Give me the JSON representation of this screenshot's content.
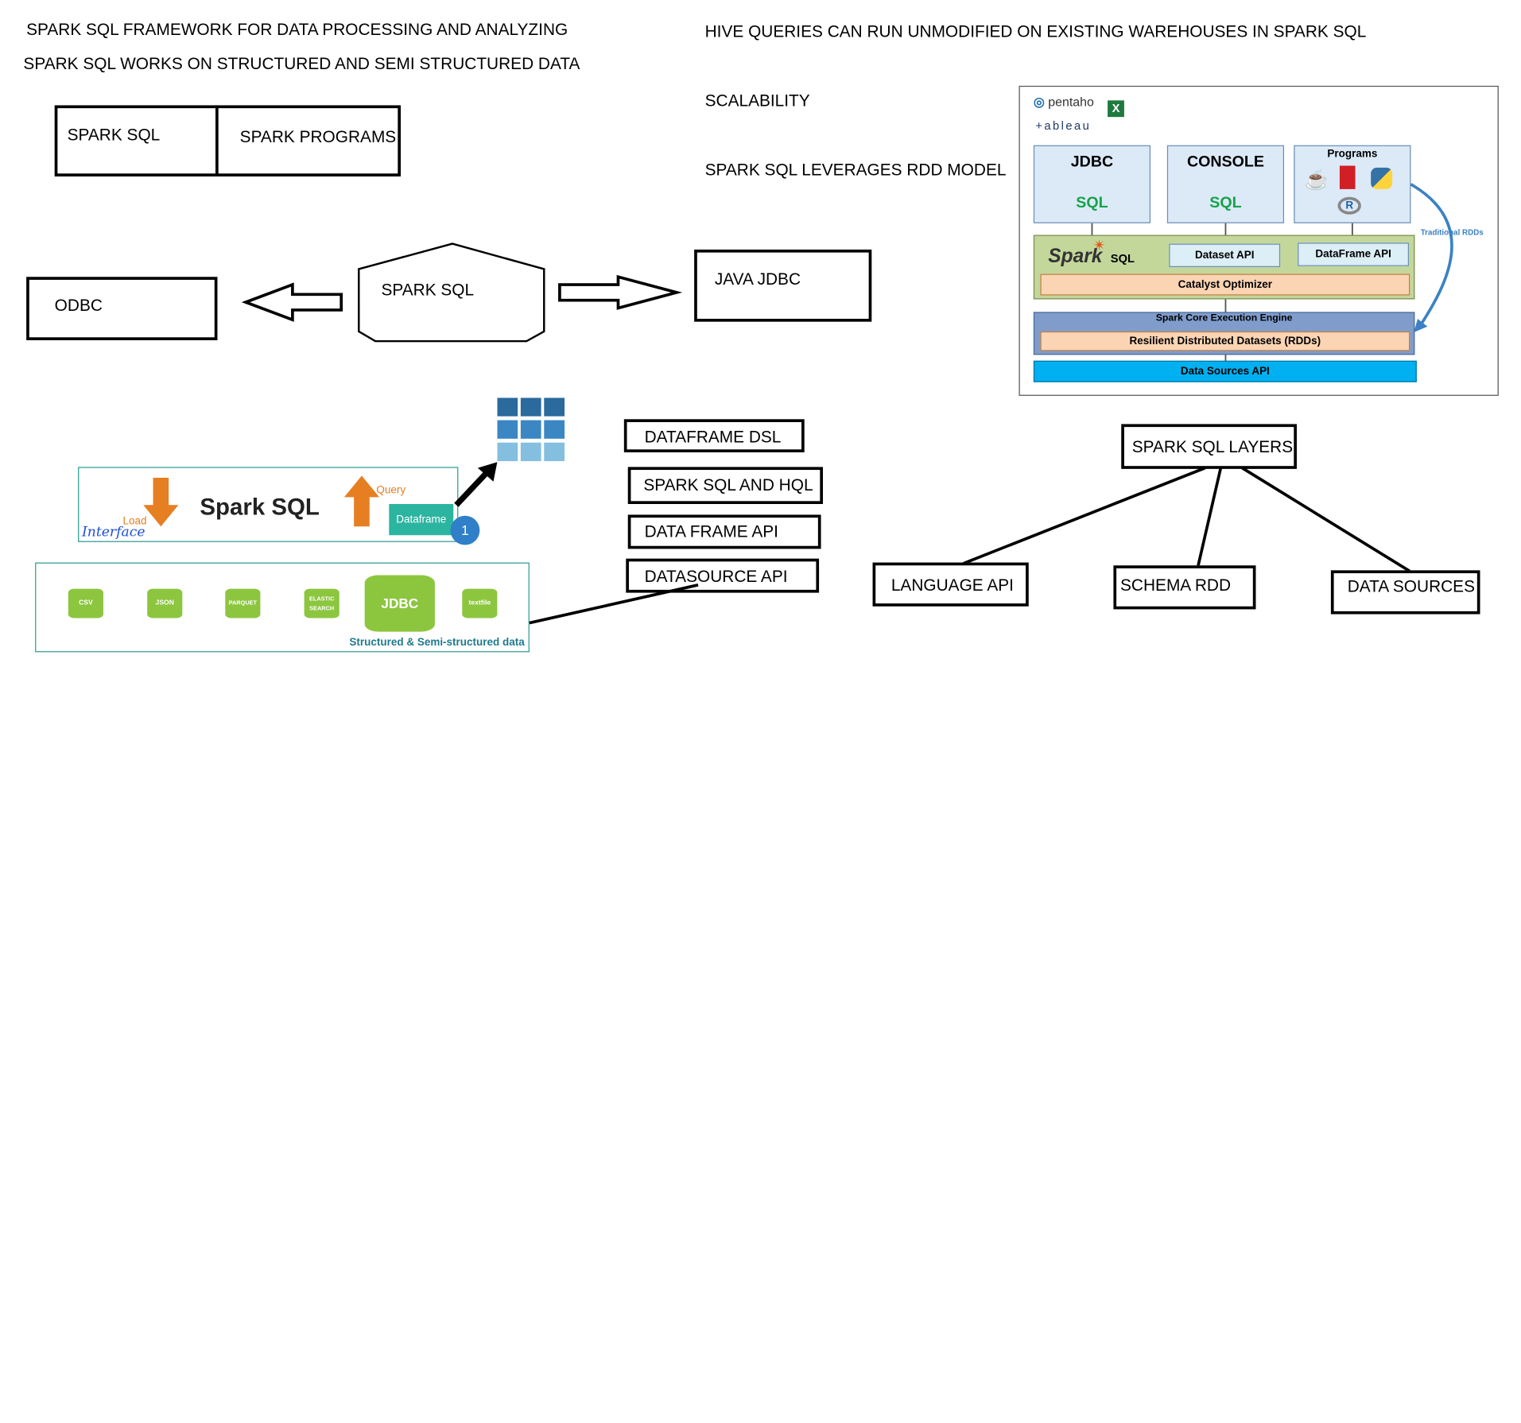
{
  "notes": {
    "framework": "SPARK SQL FRAMEWORK FOR DATA PROCESSING AND ANALYZING",
    "structured": "SPARK SQL WORKS ON STRUCTURED AND SEMI STRUCTURED DATA",
    "hive": "HIVE QUERIES CAN RUN UNMODIFIED ON EXISTING WAREHOUSES IN SPARK SQL",
    "scalability": "SCALABILITY",
    "rdd_model": "SPARK SQL LEVERAGES RDD MODEL"
  },
  "top_boxes": {
    "spark_sql": "SPARK SQL",
    "spark_programs": "SPARK PROGRAMS"
  },
  "connectivity": {
    "odbc": "ODBC",
    "center": "SPARK SQL",
    "java_jdbc": "JAVA JDBC"
  },
  "architecture": {
    "brands": {
      "pentaho": "pentaho",
      "tableau": "+ableau"
    },
    "jdbc_panel": {
      "title": "JDBC",
      "sub": "SQL"
    },
    "console_panel": {
      "title": "CONSOLE",
      "sub": "SQL"
    },
    "programs_panel": {
      "title": "Programs"
    },
    "traditional": "Traditional RDDs",
    "spark_logo": "Spark",
    "spark_sql_label": "SQL",
    "dataset_api": "Dataset API",
    "dataframe_api": "DataFrame API",
    "catalyst": "Catalyst Optimizer",
    "core_engine": "Spark Core Execution Engine",
    "rdds": "Resilient Distributed Datasets (RDDs)",
    "data_sources_api": "Data Sources API",
    "colors": {
      "panel": "#dce9f7",
      "spark_layer": "#c4d79b",
      "orange_bar": "#fbd4b4",
      "core_layer": "#7f9ccb",
      "data_sources": "#00b0f0",
      "traditional_arrow": "#3b82c4"
    }
  },
  "interface_figure": {
    "title": "Spark SQL",
    "load": "Load",
    "query": "Query",
    "dataframe": "Dataframe",
    "badge": "1",
    "interface": "Interface",
    "sources": [
      "CSV",
      "JSON",
      "PARQUET",
      "ELASTIC SEARCH",
      "JDBC",
      "textfile"
    ],
    "caption": "Structured & Semi-structured data",
    "colors": {
      "orange": "#e67e22",
      "teal": "#2bb5a0",
      "green": "#8cc63f",
      "border": "#2a9d8f"
    }
  },
  "apis": [
    "DATAFRAME DSL",
    "SPARK SQL AND HQL",
    "DATA FRAME API",
    "DATASOURCE API"
  ],
  "layers": {
    "root": "SPARK SQL LAYERS",
    "children": [
      "LANGUAGE API",
      "SCHEMA RDD",
      "DATA SOURCES"
    ]
  }
}
